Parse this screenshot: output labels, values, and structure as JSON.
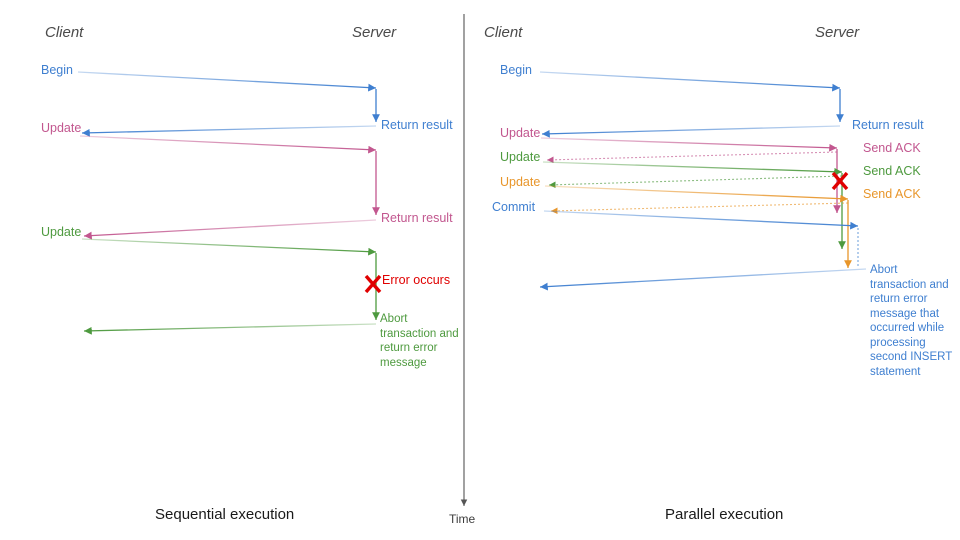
{
  "colors": {
    "blue": "#3f7fd0",
    "pink": "#c2578f",
    "green": "#4e9a3f",
    "orange": "#e8962b",
    "red": "#e00000",
    "black": "#1a1a1a",
    "gray": "#4a4a4a"
  },
  "time_axis": {
    "label": "Time"
  },
  "left_panel": {
    "caption": "Sequential execution",
    "header_client": "Client",
    "header_server": "Server",
    "client_messages": [
      {
        "label": "Begin",
        "color": "blue"
      },
      {
        "label": "Update",
        "color": "pink"
      },
      {
        "label": "Update",
        "color": "green"
      }
    ],
    "server_messages": [
      {
        "label": "Return result",
        "color": "blue"
      },
      {
        "label": "Return result",
        "color": "pink"
      }
    ],
    "error": {
      "mark": "X",
      "label": "Error occurs",
      "color": "red"
    },
    "abort_note": "Abort transaction and return error message"
  },
  "right_panel": {
    "caption": "Parallel execution",
    "header_client": "Client",
    "header_server": "Server",
    "client_messages": [
      {
        "label": "Begin",
        "color": "blue"
      },
      {
        "label": "Update",
        "color": "pink"
      },
      {
        "label": "Update",
        "color": "green"
      },
      {
        "label": "Update",
        "color": "orange"
      },
      {
        "label": "Commit",
        "color": "blue"
      }
    ],
    "server_messages": [
      {
        "label": "Return result",
        "color": "blue"
      },
      {
        "label": "Send ACK",
        "color": "pink"
      },
      {
        "label": "Send ACK",
        "color": "green"
      },
      {
        "label": "Send ACK",
        "color": "orange"
      }
    ],
    "error": {
      "mark": "X",
      "color": "red"
    },
    "abort_note": "Abort transaction and return error message that occurred while processing second INSERT statement"
  }
}
